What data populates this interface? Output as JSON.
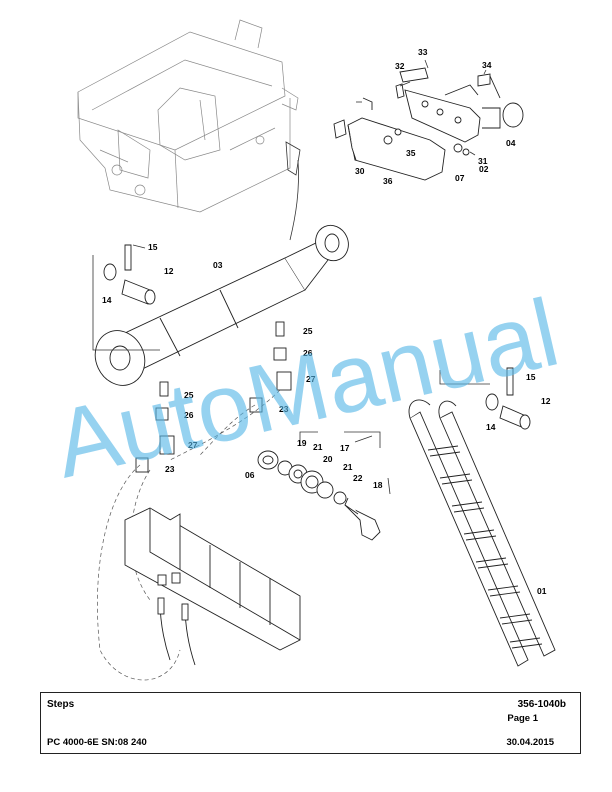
{
  "watermark": "AutoManual",
  "title_block": {
    "title": "Steps",
    "doc_code": "356-1040b",
    "page": "Page 1",
    "model": "PC 4000-6E SN:08 240",
    "date": "30.04.2015"
  },
  "part_labels": {
    "p01": "01",
    "p02": "02",
    "p03": "03",
    "p04": "04",
    "p06": "06",
    "p07": "07",
    "p12a": "12",
    "p12b": "12",
    "p14a": "14",
    "p14b": "14",
    "p15a": "15",
    "p15b": "15",
    "p17": "17",
    "p18": "18",
    "p19": "19",
    "p20": "20",
    "p21a": "21",
    "p21b": "21",
    "p22": "22",
    "p23a": "23",
    "p23b": "23",
    "p25a": "25",
    "p25b": "25",
    "p26a": "26",
    "p26b": "26",
    "p27a": "27",
    "p27b": "27",
    "p30": "30",
    "p31": "31",
    "p32": "32",
    "p33": "33",
    "p34": "34",
    "p35": "35",
    "p36": "36"
  }
}
